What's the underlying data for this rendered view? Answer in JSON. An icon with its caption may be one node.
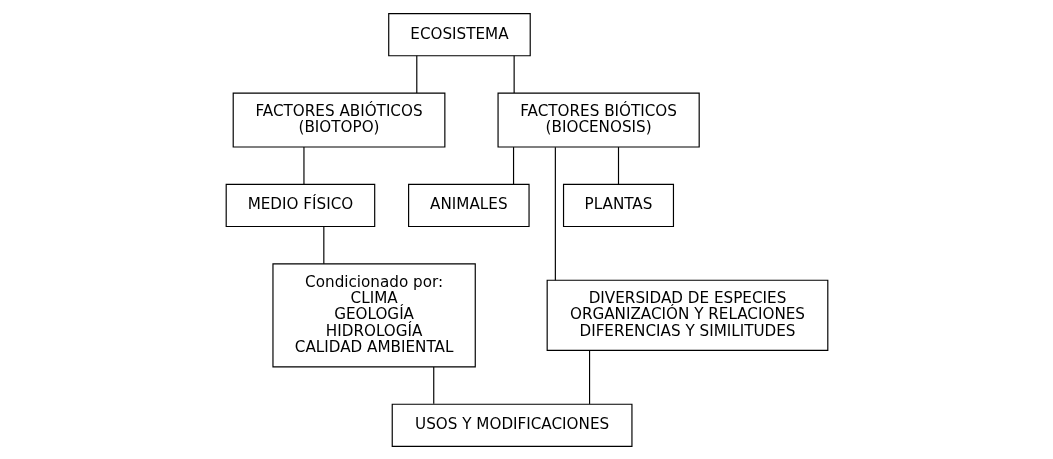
{
  "diagram": {
    "nodes": [
      {
        "text": [
          "ECOSISTEMA"
        ]
      },
      {
        "text": [
          "FACTORES ABIÓTICOS (BIOTOPO)"
        ]
      },
      {
        "text": [
          "FACTORES BIÓTICOS (BIOCENOSIS)"
        ]
      },
      {
        "text": [
          "MEDIO FÍSICO"
        ]
      },
      {
        "text": [
          "ANIMALES"
        ]
      },
      {
        "text": [
          "PLANTAS"
        ]
      },
      {
        "text": [
          "Condicionado por: CLIMA GEOLOGÍA HIDROLOGÍA CALIDAD AMBIENTAL"
        ]
      },
      {
        "text": [
          "DIVERSIDAD DE ESPECIES ORGANIZACIÓN Y RELACIONES DIFERENCIAS Y SIMILITUDES"
        ]
      },
      {
        "text": [
          "USOS Y MODIFICACIONES"
        ]
      }
    ],
    "edges": [
      {
        "from": 0,
        "to": 1,
        "arrow": "none"
      },
      {
        "from": 0,
        "to": 2,
        "arrow": "none"
      },
      {
        "from": 1,
        "to": 3,
        "arrow": "none"
      },
      {
        "from": 2,
        "to": 4,
        "arrow": "none"
      },
      {
        "from": 2,
        "to": 5,
        "arrow": "none"
      },
      {
        "from": 2,
        "to": 7,
        "arrow": "none"
      },
      {
        "from": 3,
        "to": 6,
        "arrow": "none"
      },
      {
        "from": 6,
        "to": 8,
        "arrow": "none"
      },
      {
        "from": 7,
        "to": 8,
        "arrow": "none"
      }
    ]
  }
}
